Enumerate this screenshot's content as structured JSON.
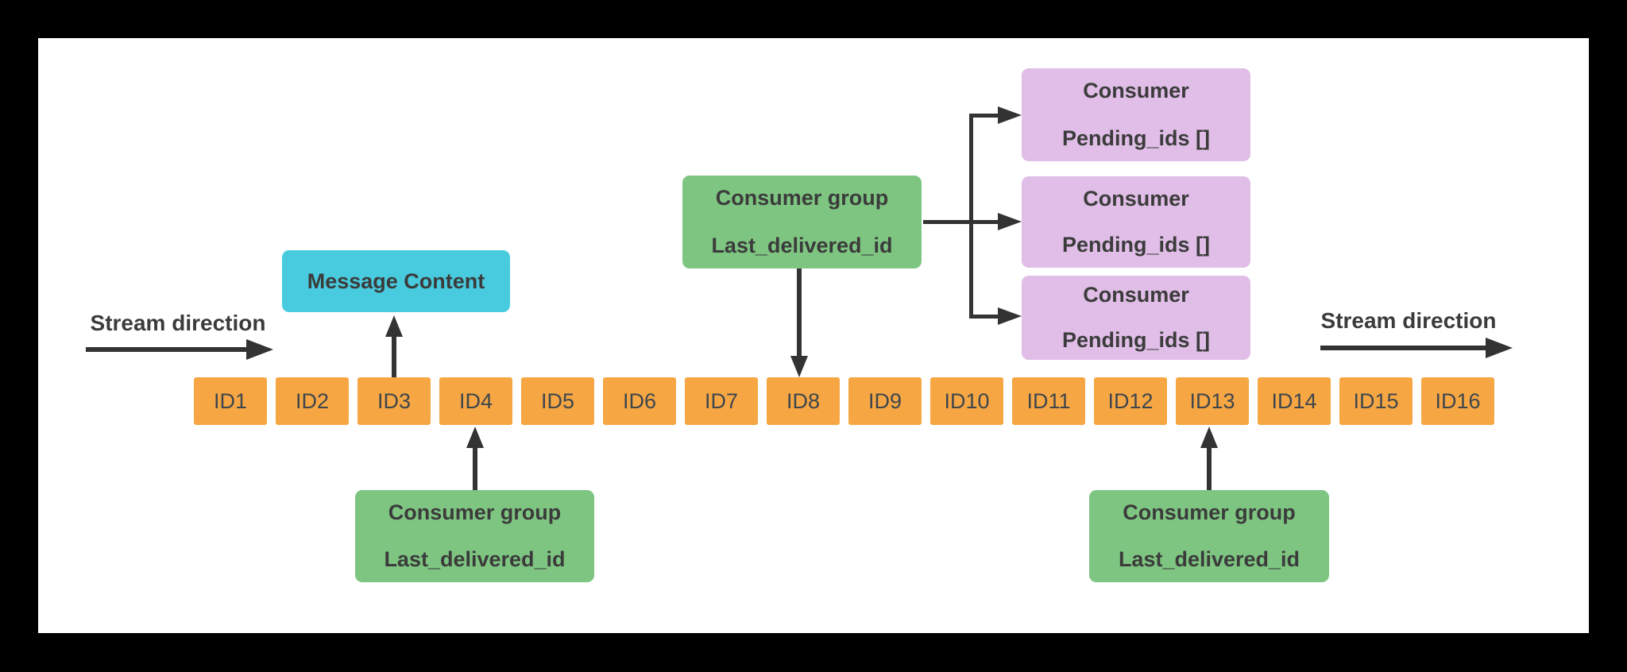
{
  "colors": {
    "frame": "#000000",
    "surface": "#ffffff",
    "stream_box": "#f6a744",
    "consumer_group_box": "#7ec581",
    "message_box": "#48cbde",
    "consumer_box": "#e0bee7",
    "connector": "#333333",
    "text": "#3b3b3b"
  },
  "stream_direction_left": {
    "label": "Stream direction"
  },
  "stream_direction_right": {
    "label": "Stream direction"
  },
  "message_content_box": {
    "label": "Message Content",
    "points_to": "ID3"
  },
  "consumer_group_top": {
    "title": "Consumer group",
    "field": "Last_delivered_id",
    "points_to": "ID8"
  },
  "consumer_group_bottom_left": {
    "title": "Consumer group",
    "field": "Last_delivered_id",
    "points_to": "ID4"
  },
  "consumer_group_bottom_right": {
    "title": "Consumer group",
    "field": "Last_delivered_id",
    "points_to": "ID13"
  },
  "consumers": [
    {
      "title": "Consumer",
      "field": "Pending_ids []"
    },
    {
      "title": "Consumer",
      "field": "Pending_ids []"
    },
    {
      "title": "Consumer",
      "field": "Pending_ids []"
    }
  ],
  "stream_ids": [
    "ID1",
    "ID2",
    "ID3",
    "ID4",
    "ID5",
    "ID6",
    "ID7",
    "ID8",
    "ID9",
    "ID10",
    "ID11",
    "ID12",
    "ID13",
    "ID14",
    "ID15",
    "ID16"
  ]
}
